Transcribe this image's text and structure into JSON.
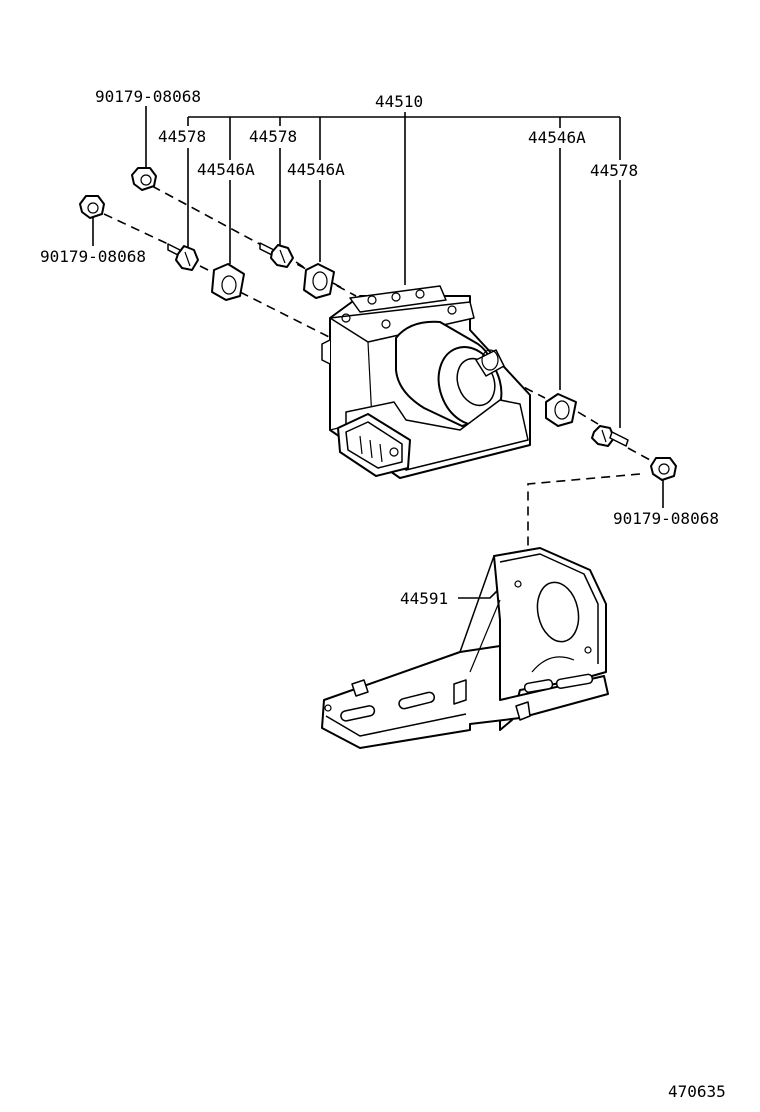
{
  "diagram": {
    "labels": {
      "nut_top_left": "90179-08068",
      "nut_left": "90179-08068",
      "nut_right": "90179-08068",
      "actuator": "44510",
      "bolt_left": "44578",
      "bolt_mid": "44578",
      "bolt_right": "44578",
      "cushion_left": "44546A",
      "cushion_mid": "44546A",
      "cushion_right": "44546A",
      "bracket": "44591",
      "figure_number": "470635"
    }
  }
}
